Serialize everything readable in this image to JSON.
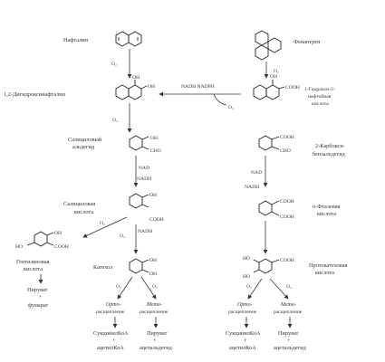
{
  "labels": {
    "naphthalene": "Нафталин",
    "phenanthrene": "Фенантрен",
    "dihydroxynaph": "1,2-Дигидроксинафталин",
    "hydroxynaphthoic_1": "1-Гидрокси-2-",
    "hydroxynaphthoic_2": "нафтойная",
    "hydroxynaphthoic_3": "кислота",
    "salicyl_ald_1": "Салициловый",
    "salicyl_ald_2": "альдегид",
    "carboxybenz_1": "2-Карбокси-",
    "carboxybenz_2": "бензальдегид",
    "salicylic_1": "Салициловая",
    "salicylic_2": "кислота",
    "phthalic_1": "о-Фталевая",
    "phthalic_2": "кислота",
    "gentisic_1": "Гентизиновая",
    "gentisic_2": "кислота",
    "catechol": "Катехол",
    "protocat_1": "Протокатеховая",
    "protocat_2": "кислота",
    "pyruvate": "Пируват",
    "plus": "+",
    "fumarate": "фумарат",
    "ortho_1": "Орто-",
    "ortho_2": "расщепление",
    "meta_1": "Мета-",
    "meta_2": "расщепление",
    "succinyl": "СукцинилКоА",
    "acetyl": "ацетилКоА",
    "acetaldehyde": "ацетальдегид",
    "o2": "O₂",
    "nadh": "NADH",
    "nad": "NAD",
    "side_enzyme": "NADH NADPH"
  },
  "groups": {
    "oh": "OH",
    "cooh": "COOH",
    "cho": "CHO",
    "ho": "HO"
  }
}
